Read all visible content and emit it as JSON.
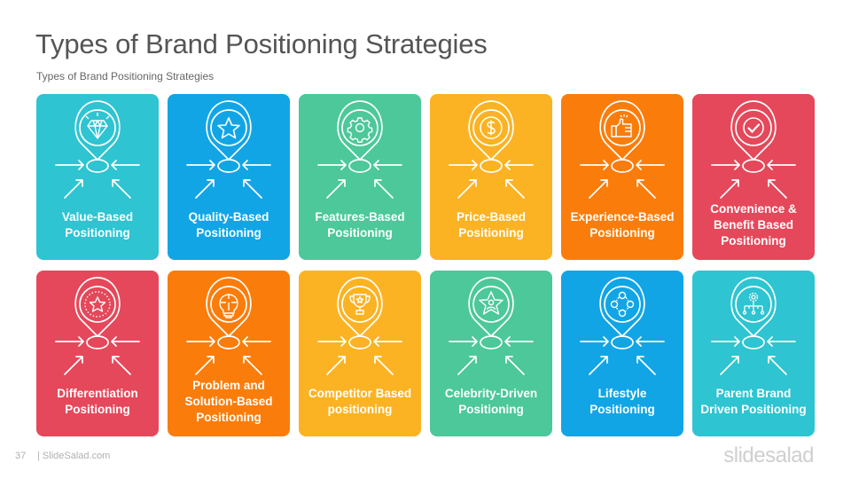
{
  "header": {
    "title": "Types of Brand Positioning Strategies",
    "subtitle": "Types of Brand Positioning  Strategies"
  },
  "cards": [
    {
      "label": "Value-Based Positioning",
      "icon": "diamond-icon",
      "color": "#2EC4D2"
    },
    {
      "label": "Quality-Based Positioning",
      "icon": "star-icon",
      "color": "#12A5E6"
    },
    {
      "label": "Features-Based Positioning",
      "icon": "gear-icon",
      "color": "#4CC89A"
    },
    {
      "label": "Price-Based Positioning",
      "icon": "dollar-coin-icon",
      "color": "#FBB324"
    },
    {
      "label": "Experience-Based Positioning",
      "icon": "thumbs-up-icon",
      "color": "#FA7D0B"
    },
    {
      "label": "Convenience & Benefit Based Positioning",
      "icon": "checkmark-icon",
      "color": "#E5485A"
    },
    {
      "label": "Differentiation Positioning",
      "icon": "star-badge-icon",
      "color": "#E5485A"
    },
    {
      "label": "Problem and Solution-Based Positioning",
      "icon": "puzzle-lightbulb-icon",
      "color": "#FA7D0B"
    },
    {
      "label": "Competitor Based positioning",
      "icon": "trophy-icon",
      "color": "#FBB324"
    },
    {
      "label": "Celebrity-Driven Positioning",
      "icon": "star-person-icon",
      "color": "#4CC89A"
    },
    {
      "label": "Lifestyle Positioning",
      "icon": "cycle-nodes-icon",
      "color": "#12A5E6"
    },
    {
      "label": "Parent Brand Driven Positioning",
      "icon": "gear-hierarchy-icon",
      "color": "#2EC4D2"
    }
  ],
  "footer": {
    "page_number": "37",
    "site": "| SlideSalad.com",
    "brand": "slidesalad"
  }
}
